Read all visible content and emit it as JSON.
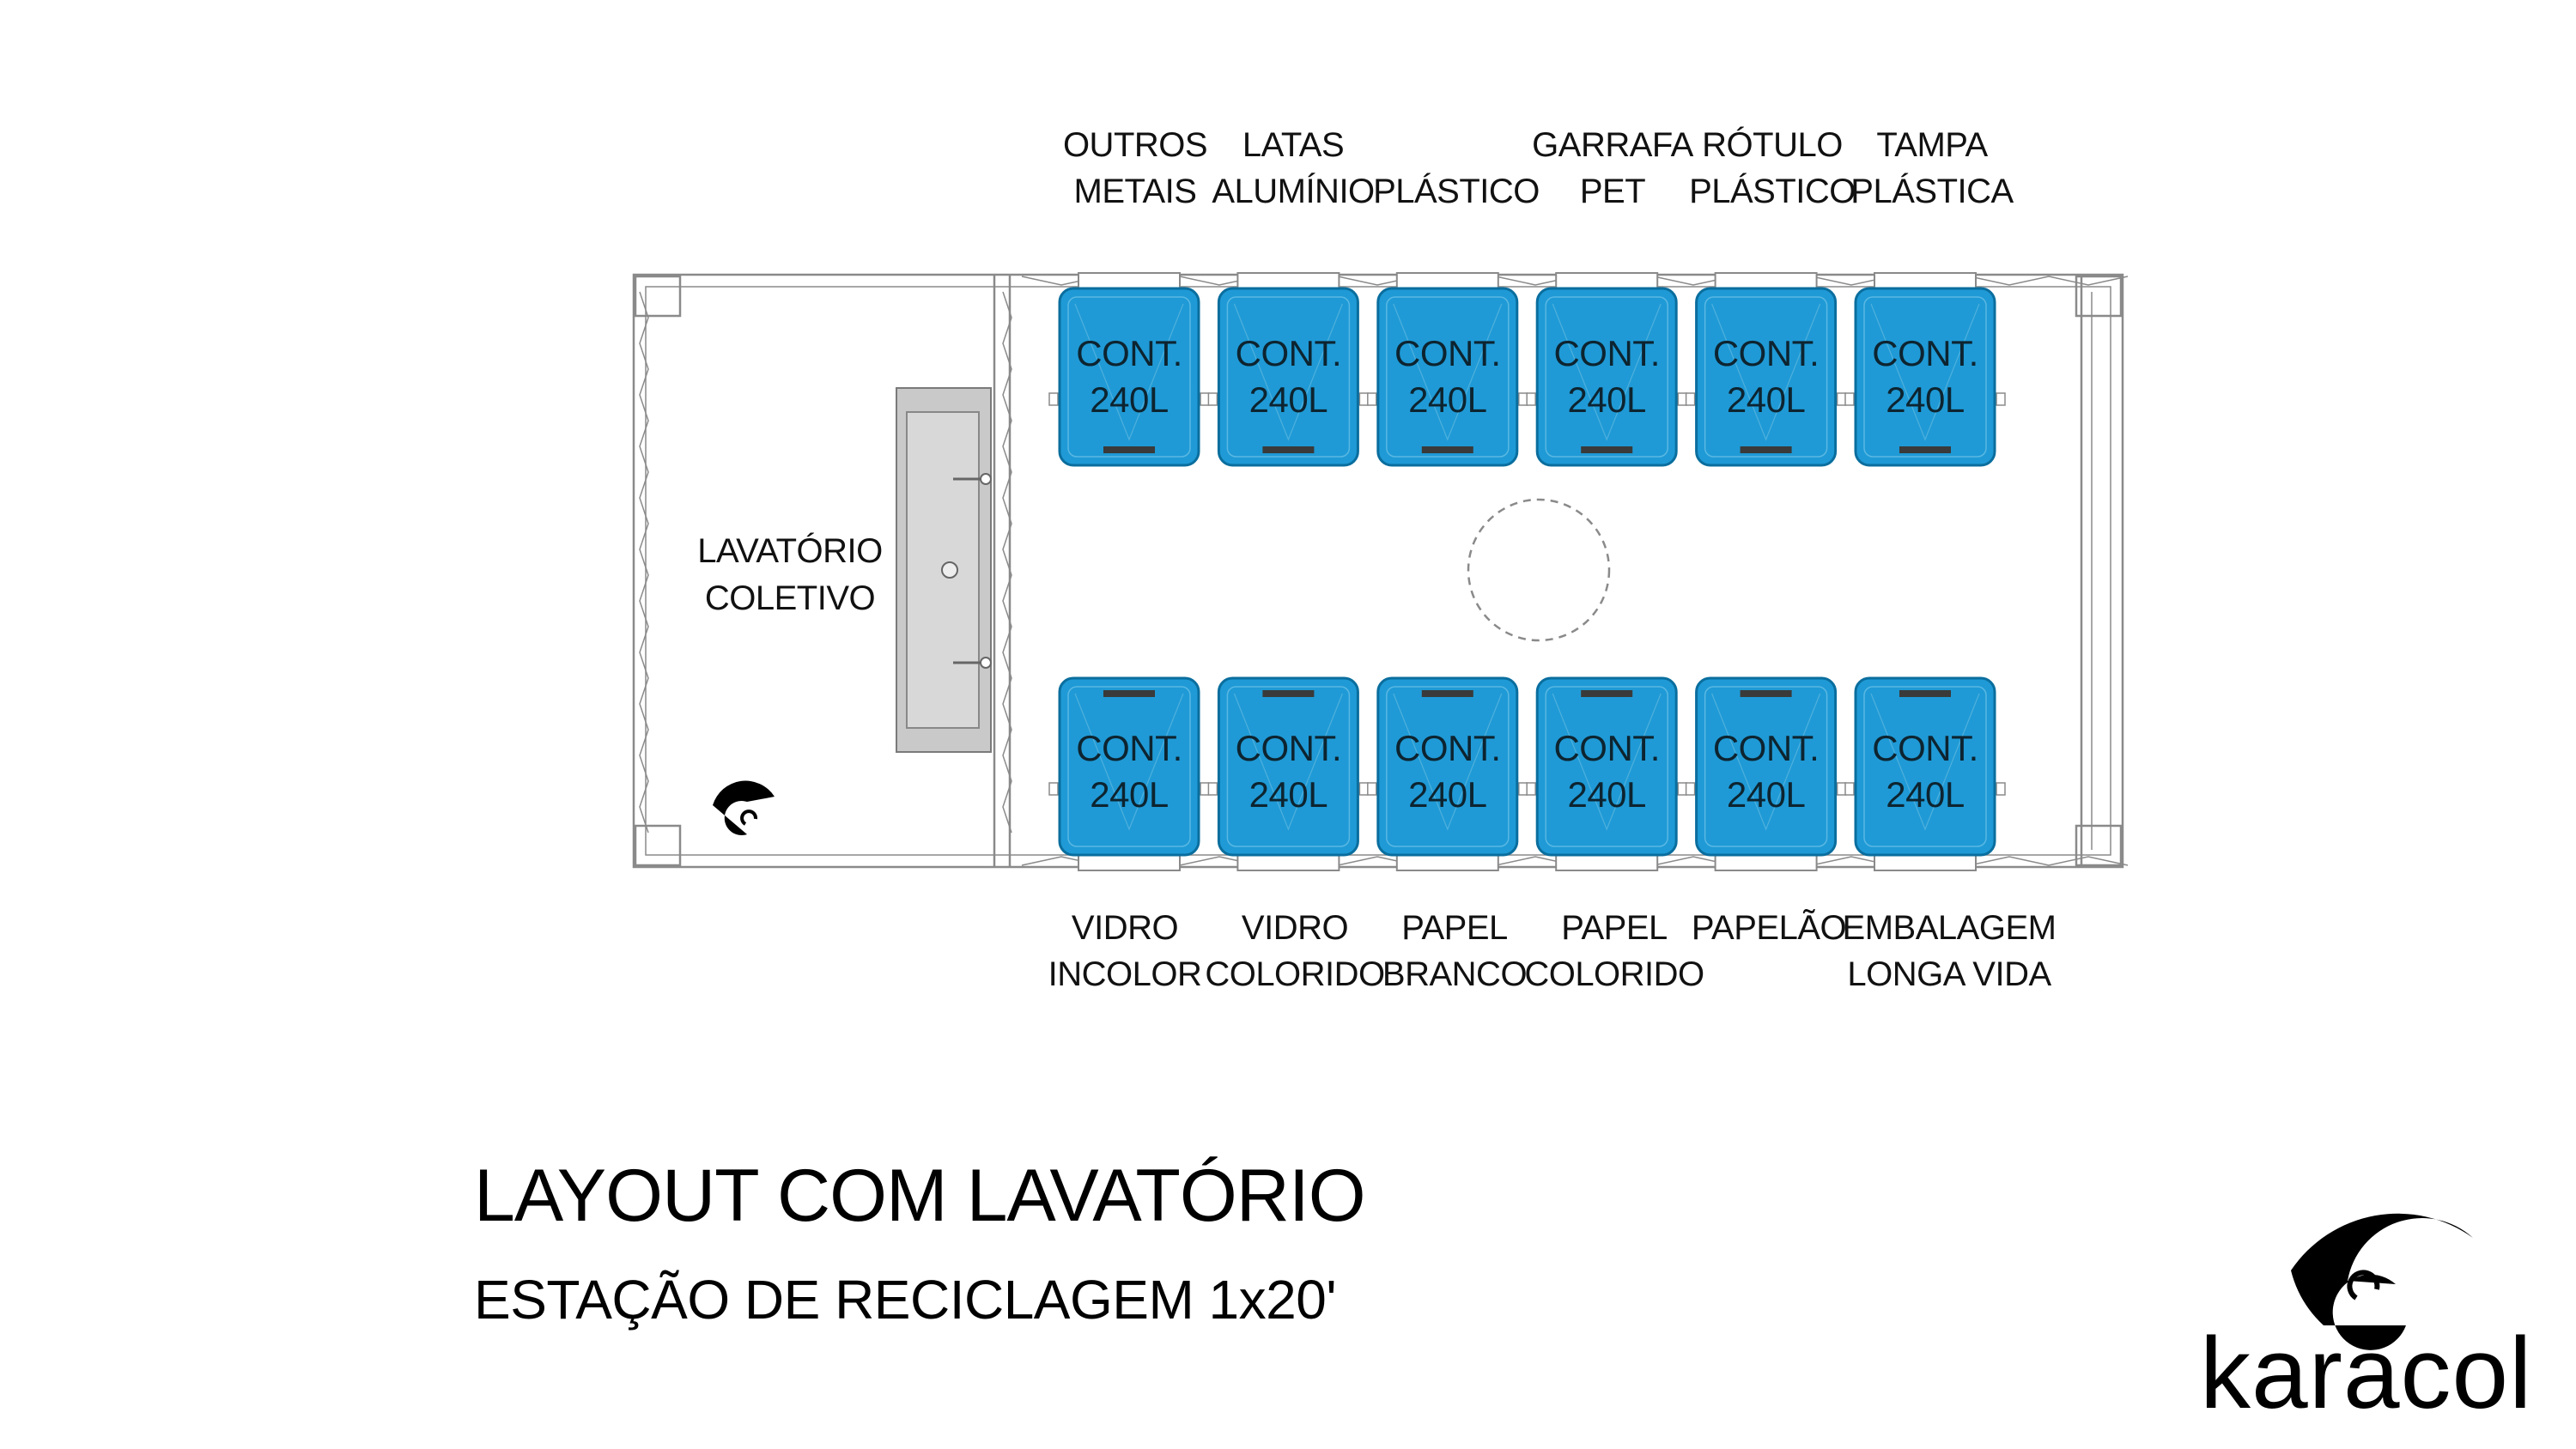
{
  "title": "LAYOUT COM LAVATÓRIO",
  "subtitle": "ESTAÇÃO DE RECICLAGEM 1x20'",
  "brand": "karacol",
  "washbasin_label": [
    "LAVATÓRIO",
    "COLETIVO"
  ],
  "container_label": [
    "CONT.",
    "240L"
  ],
  "colors": {
    "container_fill": "#1f9ad6",
    "container_stroke": "#0a6e9e",
    "line": "#8a8a8a",
    "basin": "#c9c9c9"
  },
  "top_bins": [
    {
      "label": [
        "OUTROS",
        "METAIS"
      ]
    },
    {
      "label": [
        "LATAS",
        "ALUMÍNIO"
      ]
    },
    {
      "label": [
        "",
        "PLÁSTICO"
      ]
    },
    {
      "label": [
        "GARRAFA",
        "PET"
      ]
    },
    {
      "label": [
        "RÓTULO",
        "PLÁSTICO"
      ]
    },
    {
      "label": [
        "TAMPA",
        "PLÁSTICA"
      ]
    }
  ],
  "bottom_bins": [
    {
      "label": [
        "VIDRO",
        "INCOLOR"
      ]
    },
    {
      "label": [
        "VIDRO",
        "COLORIDO"
      ]
    },
    {
      "label": [
        "PAPEL",
        "BRANCO"
      ]
    },
    {
      "label": [
        "PAPEL",
        "COLORIDO"
      ]
    },
    {
      "label": [
        "PAPELÃO",
        ""
      ]
    },
    {
      "label": [
        "EMBALAGEM",
        "LONGA VIDA"
      ]
    }
  ]
}
